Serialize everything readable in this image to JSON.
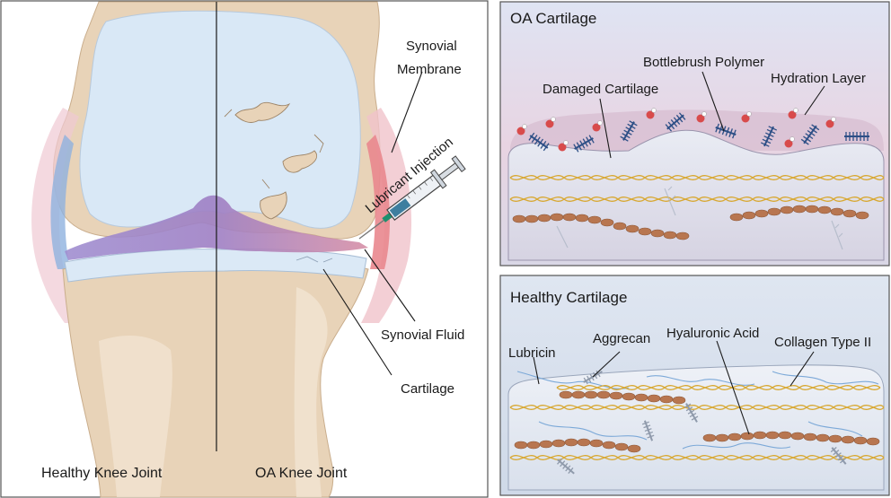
{
  "knee_panel": {
    "caption_left": "Healthy Knee Joint",
    "caption_right": "OA Knee Joint",
    "labels": {
      "synovial_membrane_line1": "Synovial",
      "synovial_membrane_line2": "Membrane",
      "lubricant_injection": "Lubricant Injection",
      "synovial_fluid": "Synovial Fluid",
      "cartilage": "Cartilage"
    }
  },
  "oa_panel": {
    "title": "OA Cartilage",
    "labels": {
      "bottlebrush": "Bottlebrush Polymer",
      "damaged": "Damaged Cartilage",
      "hydration": "Hydration Layer"
    }
  },
  "healthy_panel": {
    "title": "Healthy Cartilage",
    "labels": {
      "lubricin": "Lubricin",
      "aggrecan": "Aggrecan",
      "hyaluronic": "Hyaluronic Acid",
      "collagen": "Collagen Type II"
    }
  },
  "colors": {
    "bone": "#e8d3b8",
    "bone_edge": "#c9ad8c",
    "cartilage": "#d7e6f5",
    "synovial_fluid": "#9c86c6",
    "membrane_healthy": "#8fb1df",
    "membrane_oa": "#e9878e",
    "collagen_gold": "#d8a832",
    "hyaluronic_brown": "#b87650",
    "panel_border": "#555555"
  }
}
